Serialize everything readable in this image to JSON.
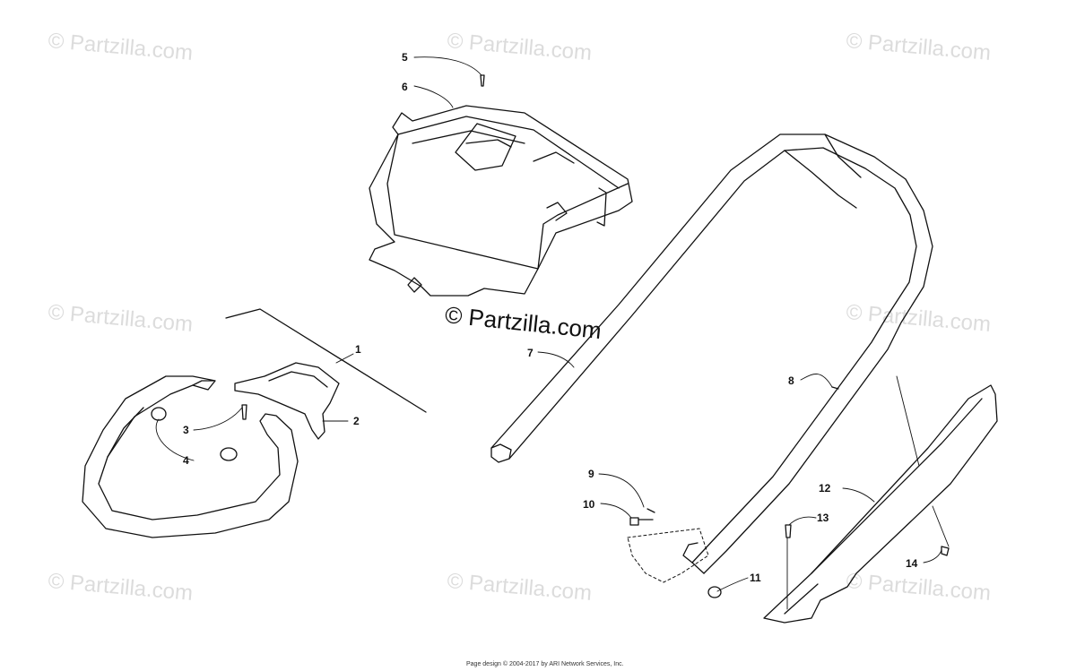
{
  "watermark": "© Partzilla.com",
  "center_watermark": "© Partzilla.com",
  "footer": "Page design © 2004-2017 by ARI Network Services, Inc.",
  "callouts": {
    "c1": "1",
    "c2": "2",
    "c3": "3",
    "c4": "4",
    "c5": "5",
    "c6": "6",
    "c7": "7",
    "c8": "8",
    "c9": "9",
    "c10": "10",
    "c11": "11",
    "c12": "12",
    "c13": "13",
    "c14": "14"
  },
  "colors": {
    "line": "#111111",
    "watermark": "#dcdcdc"
  }
}
